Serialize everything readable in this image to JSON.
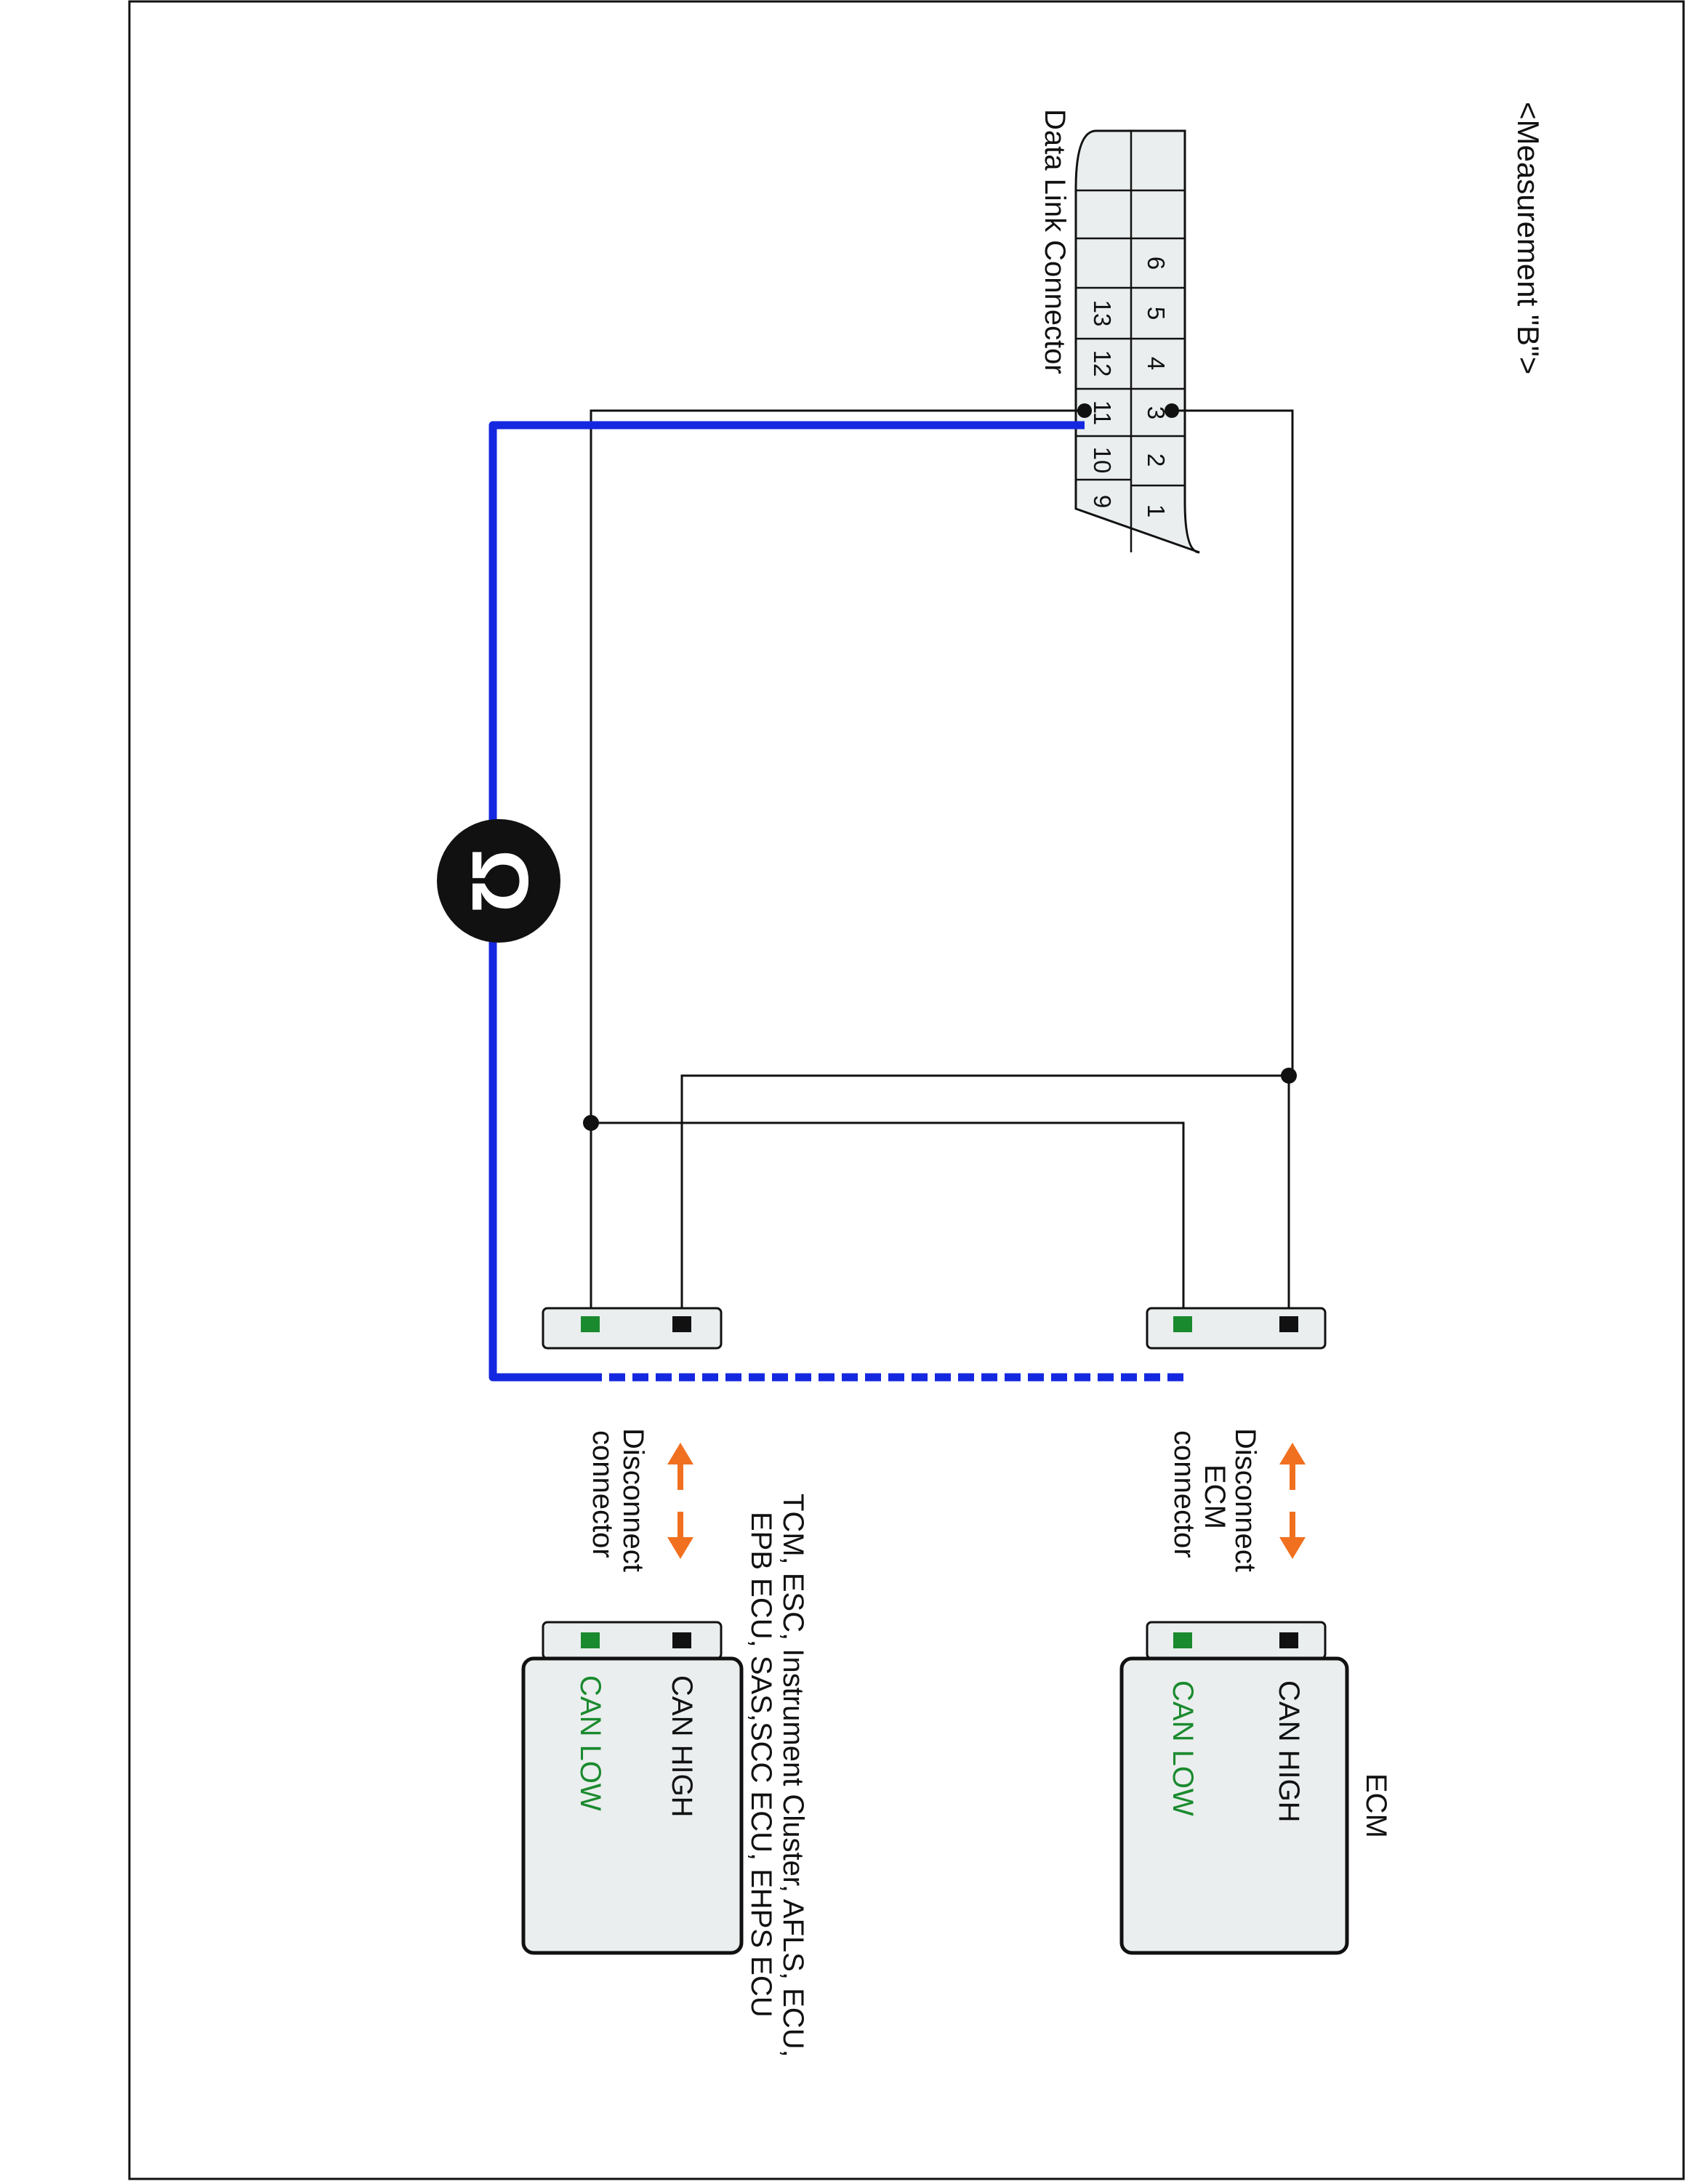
{
  "title": "<Measurement \"B\">",
  "dlc": {
    "label": "Data Link Connector",
    "pins_top": [
      "1",
      "2",
      "3",
      "4",
      "5",
      "6",
      "",
      "",
      ""
    ],
    "pins_bottom": [
      "9",
      "10",
      "11",
      "12",
      "13",
      "",
      "",
      ""
    ]
  },
  "meter": {
    "symbol": "Ω"
  },
  "disconnect_ecm": {
    "line1": "Disconnect",
    "line2": "ECM",
    "line3": "connector"
  },
  "disconnect_other": {
    "line1": "Disconnect",
    "line2": "connector"
  },
  "ecm_module": {
    "title": "ECM",
    "can_high": "CAN HIGH",
    "can_low": "CAN LOW"
  },
  "other_module": {
    "title_line1": "TCM, ESC, Instrument Cluster, AFLS, ECU,",
    "title_line2": "EPB ECU, SAS,SCC ECU, EHPS ECU",
    "can_high": "CAN HIGH",
    "can_low": "CAN LOW"
  },
  "colors": {
    "measure_wire": "#1428e0",
    "can_low_pin": "#1a8a2e",
    "can_high_pin": "#111111",
    "arrow": "#f07020",
    "box_fill": "#eaeeee",
    "can_low_text": "#1a8a2e"
  }
}
